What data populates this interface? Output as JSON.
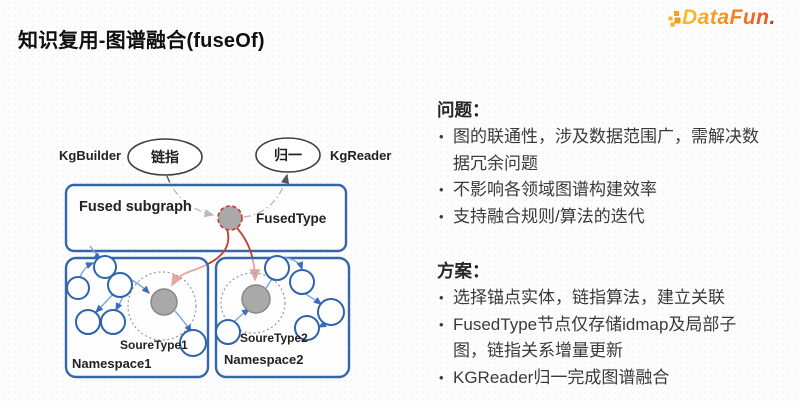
{
  "header": {
    "title": "知识复用-图谱融合(fuseOf)",
    "logo_text": "DataFun",
    "logo_period": "."
  },
  "diagram": {
    "kg_builder": "KgBuilder",
    "kg_reader": "KgReader",
    "link_label": "链指",
    "normalize_label": "归一",
    "fused_subgraph": "Fused subgraph",
    "fused_type": "FusedType",
    "soure_type1": "SoureType1",
    "soure_type2": "SoureType2",
    "namespace1": "Namespace1",
    "namespace2": "Namespace2"
  },
  "problems": {
    "heading": "问题：",
    "bullets": [
      "图的联通性，涉及数据范围广，需解决数据冗余问题",
      "不影响各领域图谱构建效率",
      "支持融合规则/算法的迭代"
    ]
  },
  "solutions": {
    "heading": "方案：",
    "bullets": [
      "选择锚点实体，链指算法，建立关联",
      "FusedType节点仅存储idmap及局部子图，链指关系增量更新",
      "KGReader归一完成图谱融合"
    ]
  },
  "colors": {
    "box_blue": "#3566ad",
    "node_blue": "#2e64ad",
    "connector_blue": "#7da7d9",
    "node_gray": "#a9a9a9",
    "arrow_red": "#c23b2e",
    "logo_orange": "#f6921e",
    "logo_period_red": "#da2f23"
  }
}
